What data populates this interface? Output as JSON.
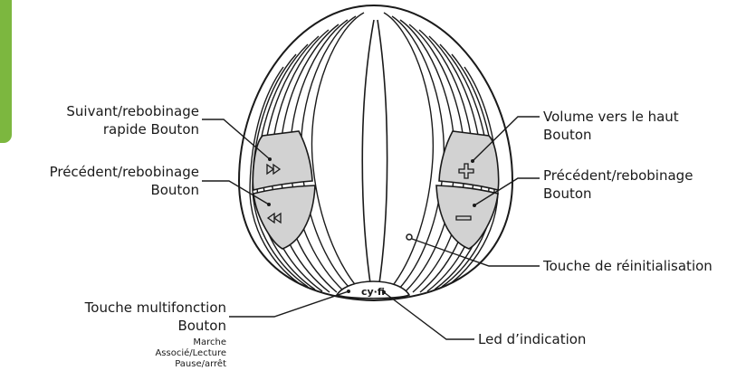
{
  "labels": {
    "next_ff_1": "Suivant/rebobinage",
    "next_ff_2": "rapide Bouton",
    "prev_rw_left_1": "Précédent/rebobinage",
    "prev_rw_left_2": "Bouton",
    "vol_up_1": "Volume vers le haut",
    "vol_up_2": "Bouton",
    "prev_rw_right_1": "Précédent/rebobinage",
    "prev_rw_right_2": "Bouton",
    "reset": "Touche de réinitialisation",
    "multi_1": "Touche multifonction",
    "multi_2": "Bouton",
    "multi_sub_1": "Marche",
    "multi_sub_2": "Associé/Lecture",
    "multi_sub_3": "Pause/arrêt",
    "led": "Led d’indication"
  },
  "device": {
    "logo": "cy-fi",
    "button_icons": [
      "fast-forward-icon",
      "rewind-icon",
      "plus-icon",
      "minus-icon"
    ]
  },
  "colors": {
    "accent_tab": "#7cb73f",
    "line": "#1a1a1a",
    "button_fill": "#d2d2d2"
  }
}
